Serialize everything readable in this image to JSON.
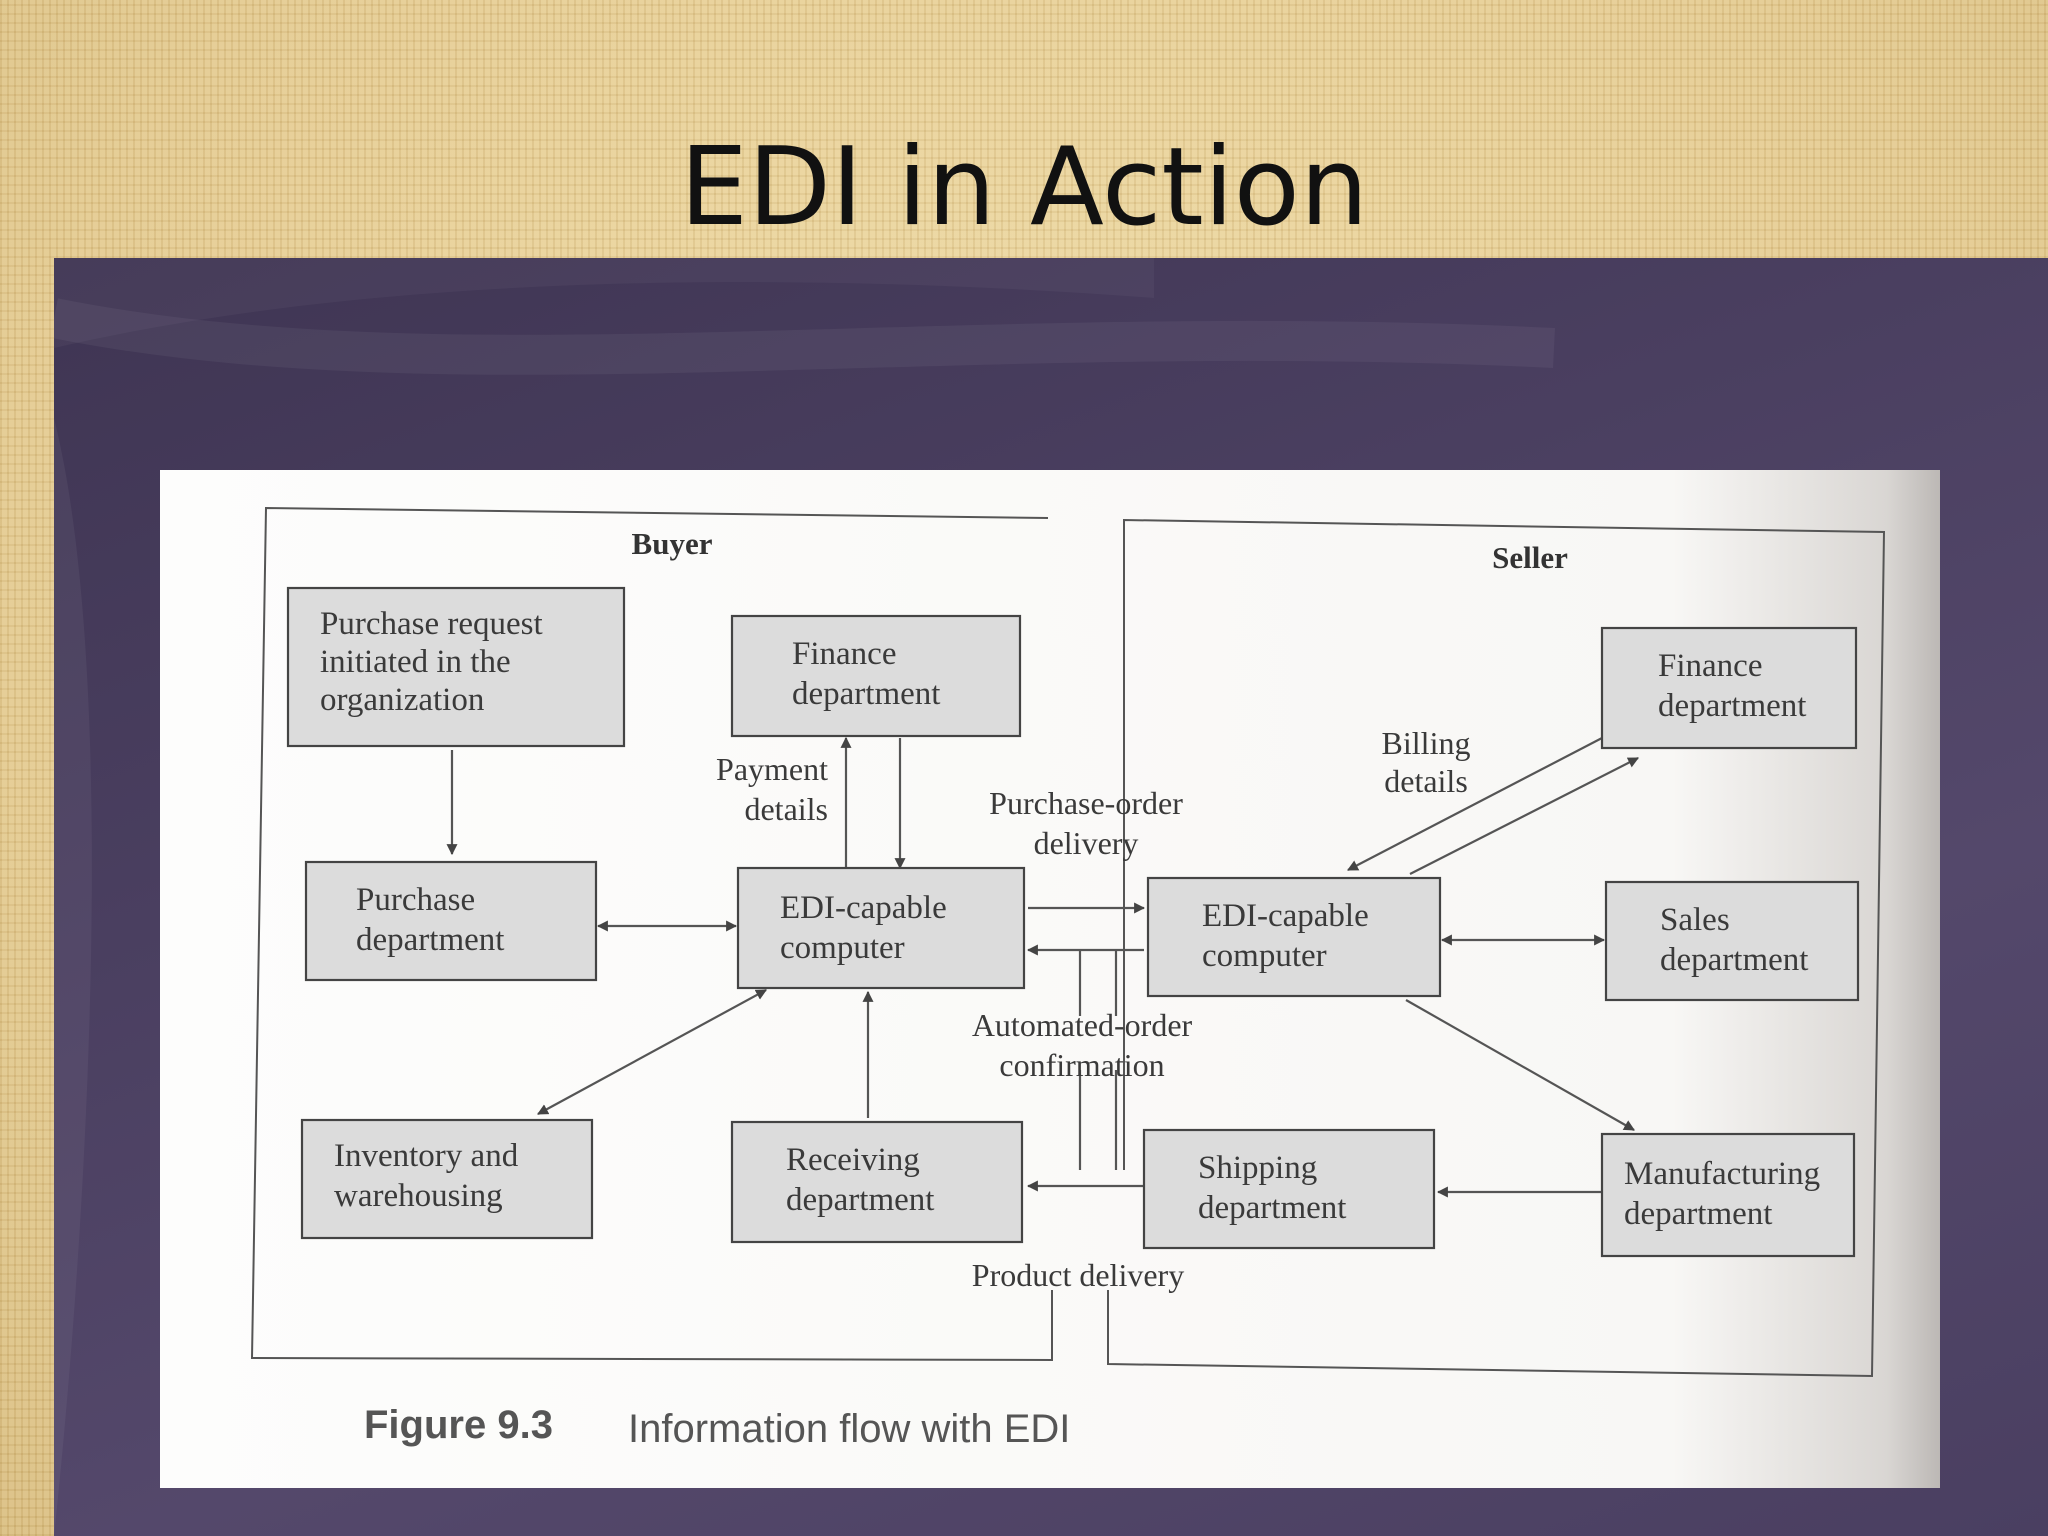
{
  "slide": {
    "title": "EDI in Action"
  },
  "figure": {
    "buyer_label": "Buyer",
    "seller_label": "Seller",
    "caption_number": "Figure 9.3",
    "caption_text": "Information flow with EDI",
    "boxes": {
      "purchase_request": [
        "Purchase request",
        "initiated in the",
        "organization"
      ],
      "buyer_finance": [
        "Finance",
        "department"
      ],
      "purchase_dept": [
        "Purchase",
        "department"
      ],
      "buyer_edi": [
        "EDI-capable",
        "computer"
      ],
      "inventory": [
        "Inventory and",
        "warehousing"
      ],
      "receiving": [
        "Receiving",
        "department"
      ],
      "seller_finance": [
        "Finance",
        "department"
      ],
      "seller_edi": [
        "EDI-capable",
        "computer"
      ],
      "sales": [
        "Sales",
        "department"
      ],
      "shipping": [
        "Shipping",
        "department"
      ],
      "manufacturing": [
        "Manufacturing",
        "department"
      ]
    },
    "flow_labels": {
      "payment": [
        "Payment",
        "details"
      ],
      "purchase_order": [
        "Purchase-order",
        "delivery"
      ],
      "billing": [
        "Billing",
        "details"
      ],
      "order_confirmation": [
        "Automated-order",
        "confirmation"
      ],
      "product_delivery": [
        "Product delivery"
      ]
    }
  }
}
